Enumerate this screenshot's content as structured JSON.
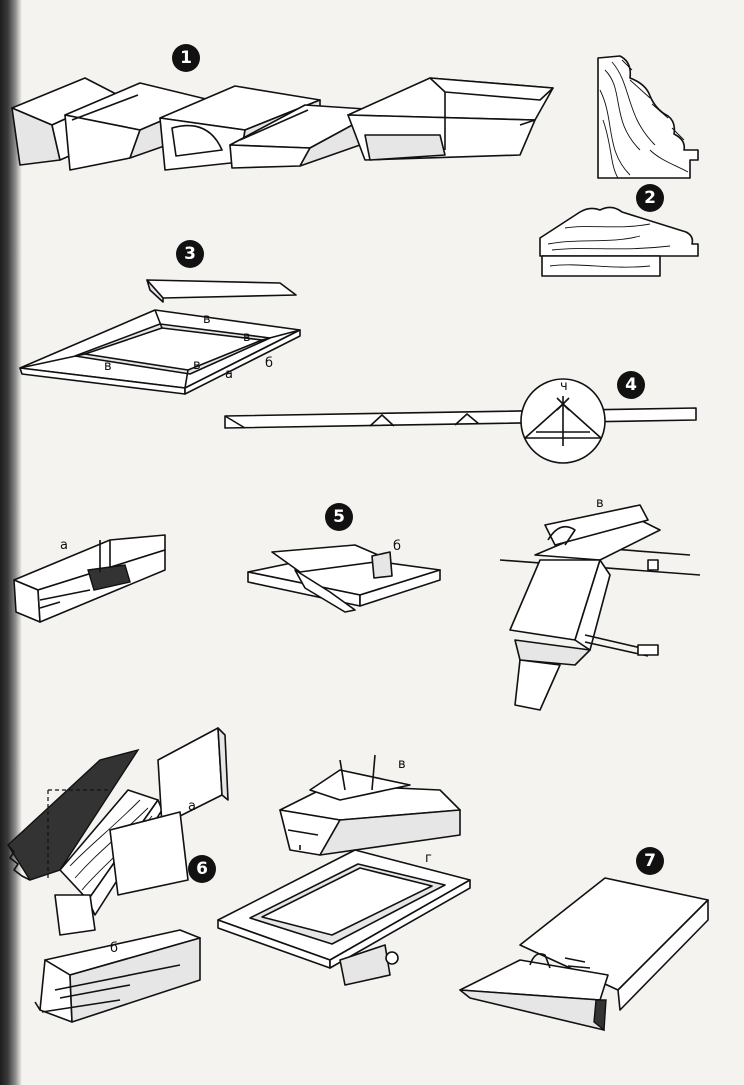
{
  "figure_numbers": [
    "1",
    "2",
    "3",
    "4",
    "5",
    "6",
    "7"
  ],
  "labels": {
    "fig3_mark_v": "в",
    "fig3_mark_a": "а",
    "fig3_mark_b": "б",
    "fig4_mark": "ч",
    "fig5_a": "а",
    "fig5_b": "б",
    "fig5_v": "в",
    "fig6_a": "а",
    "fig6_b": "б",
    "fig6_v": "в",
    "fig6_g": "г"
  }
}
